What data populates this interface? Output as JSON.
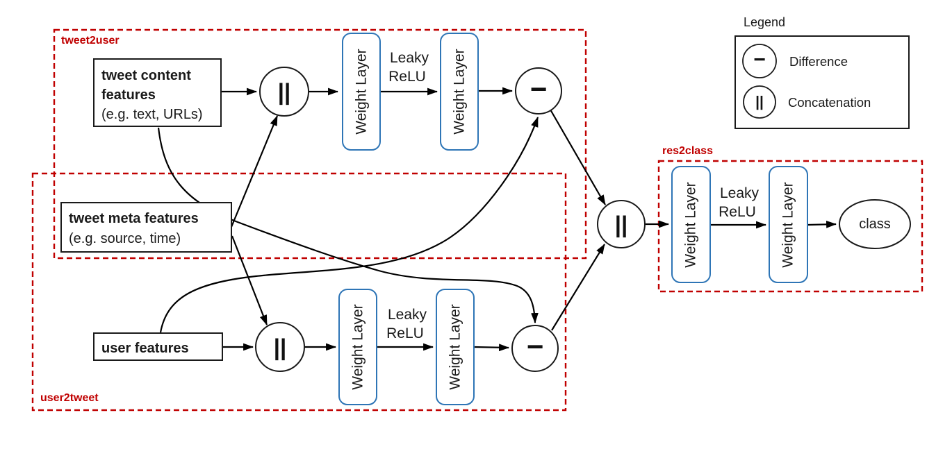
{
  "groups": {
    "tweet2user": {
      "label": "tweet2user"
    },
    "user2tweet": {
      "label": "user2tweet"
    },
    "res2class": {
      "label": "res2class"
    }
  },
  "nodes": {
    "tweet_content_features": {
      "line1": "tweet content",
      "line2": "features",
      "line3": "(e.g. text, URLs)"
    },
    "tweet_meta_features": {
      "line1": "tweet meta features",
      "line2": "(e.g. source, time)"
    },
    "user_features": {
      "label": "user features"
    },
    "weight_layer": {
      "label": "Weight Layer"
    },
    "leaky_relu": {
      "line1": "Leaky",
      "line2": "ReLU"
    },
    "class_node": {
      "label": "class"
    }
  },
  "symbols": {
    "concatenation": "||",
    "difference": "−"
  },
  "legend": {
    "title": "Legend",
    "items": [
      {
        "symbol": "−",
        "label": "Difference"
      },
      {
        "symbol": "||",
        "label": "Concatenation"
      }
    ]
  },
  "colors": {
    "group_border": "#c00000",
    "group_label": "#c00000",
    "node_border": "#000000",
    "weight_layer_border": "#2e75b6",
    "arrow": "#000000",
    "background": "#ffffff"
  }
}
